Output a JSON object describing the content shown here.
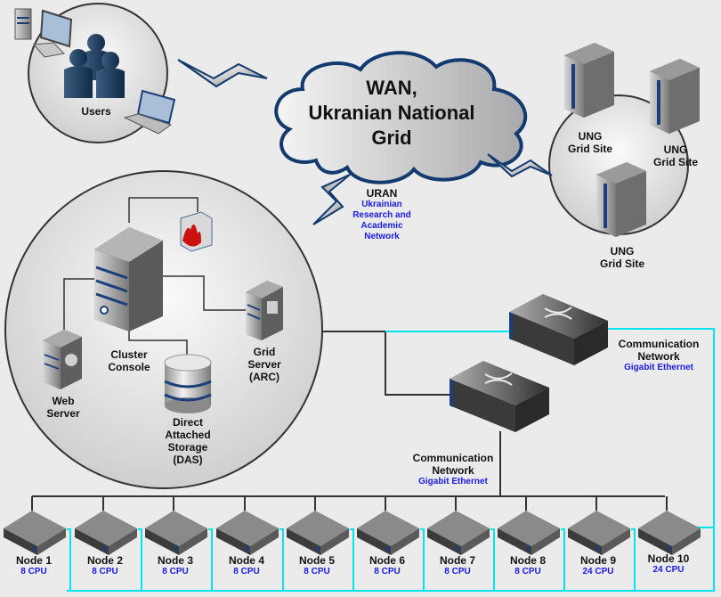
{
  "diagram": {
    "wan": {
      "line1": "WAN,",
      "line2": "Ukranian National",
      "line3": "Grid"
    },
    "users": {
      "label": "Users"
    },
    "uran": {
      "title": "URAN",
      "desc": [
        "Ukrainian",
        "Research and",
        "Academic",
        "Network"
      ]
    },
    "grid_sites": [
      {
        "line1": "UNG",
        "line2": "Grid Site"
      },
      {
        "line1": "UNG",
        "line2": "Grid Site"
      },
      {
        "line1": "UNG",
        "line2": "Grid Site"
      }
    ],
    "cluster": {
      "console": {
        "line1": "Cluster",
        "line2": "Console"
      },
      "web_server": {
        "line1": "Web",
        "line2": "Server"
      },
      "grid_server": {
        "line1": "Grid",
        "line2": "Server",
        "line3": "(ARC)"
      },
      "storage": {
        "line1": "Direct",
        "line2": "Attached",
        "line3": "Storage",
        "line4": "(DAS)"
      }
    },
    "networks": [
      {
        "line1": "Communication",
        "line2": "Network",
        "sub": "Gigabit Ethernet"
      },
      {
        "line1": "Communication",
        "line2": "Network",
        "sub": "Gigabit Ethernet"
      }
    ],
    "nodes": [
      {
        "name": "Node 1",
        "cpu": "8 CPU"
      },
      {
        "name": "Node 2",
        "cpu": "8 CPU"
      },
      {
        "name": "Node 3",
        "cpu": "8 CPU"
      },
      {
        "name": "Node 4",
        "cpu": "8 CPU"
      },
      {
        "name": "Node 5",
        "cpu": "8 CPU"
      },
      {
        "name": "Node 6",
        "cpu": "8 CPU"
      },
      {
        "name": "Node 7",
        "cpu": "8 CPU"
      },
      {
        "name": "Node 8",
        "cpu": "8 CPU"
      },
      {
        "name": "Node 9",
        "cpu": "24 CPU"
      },
      {
        "name": "Node 10",
        "cpu": "24 CPU"
      }
    ],
    "colors": {
      "background": "#ebebeb",
      "link_dark": "#333333",
      "link_cyan": "#00e5ee",
      "accent_blue": "#1a3f7a",
      "sub_text": "#1a1aee"
    }
  }
}
